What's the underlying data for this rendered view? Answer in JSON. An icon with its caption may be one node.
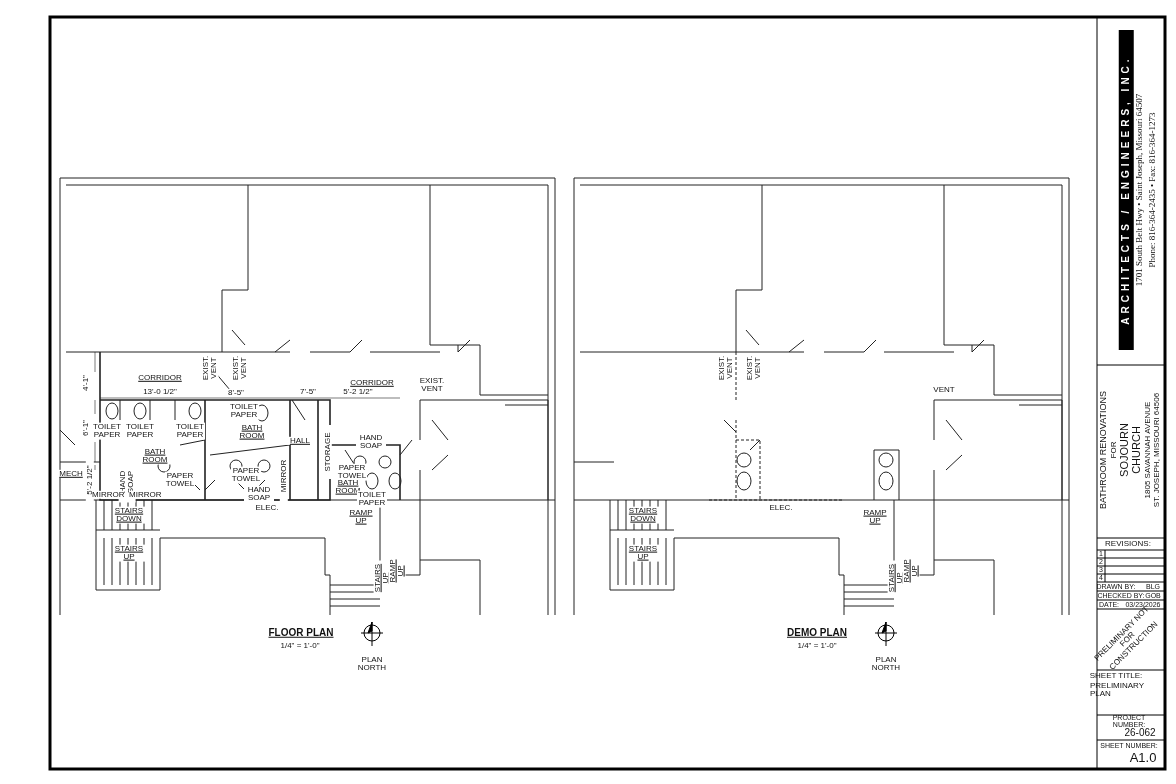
{
  "diagram": {
    "labels": [
      "4'-1\"",
      "CORRIDOR",
      "EXIST. VENT",
      "EXIST. VENT",
      "CORRIDOR",
      "EXIST. VENT",
      "13'-0 1/2\"",
      "8'-5\"",
      "7'-5\"",
      "5'-2 1/2\"",
      "TOILET PAPER",
      "6'-1\"",
      "TOILET PAPER",
      "TOILET PAPER",
      "TOILET PAPER",
      "BATH ROOM",
      "HALL",
      "STORAGE",
      "HAND SOAP",
      "BATH ROOM",
      "MECH",
      "5'-2 1/2\"",
      "HAND SOAP",
      "PAPER TOWEL",
      "PAPER TOWEL",
      "MIRROR",
      "PAPER TOWEL",
      "BATH ROOM",
      "MIRROR",
      "MIRROR",
      "HAND SOAP",
      "TOILET PAPER",
      "ELEC.",
      "STAIRS DOWN",
      "RAMP UP",
      "STAIRS UP",
      "STAIRS UP",
      "RAMP UP",
      "FLOOR PLAN",
      "1/4\" = 1'-0\"",
      "PLAN NORTH",
      "EXIST. VENT",
      "EXIST. VENT",
      "VENT",
      "ELEC.",
      "STAIRS DOWN",
      "RAMP UP",
      "STAIRS UP",
      "STAIRS UP",
      "RAMP UP",
      "DEMO PLAN",
      "1/4\" = 1'-0\"",
      "PLAN NORTH",
      "ARCHITECTS / ENGINEERS, INC.",
      "1701 South Belt Hwy • Saint Joseph, Missouri 64507",
      "Phone: 816-364-2435 • Fax: 816-364-1273",
      "BATHROOM RENOVATIONS",
      "FOR",
      "SOJOURN CHURCH",
      "1805 SAVANNAH AVENUE",
      "ST. JOSEPH, MISSOURI 64506",
      "REVISIONS:",
      "1",
      "2",
      "3",
      "4",
      "DRAWN BY:",
      "BLG",
      "CHECKED BY:",
      "GOB",
      "DATE:",
      "03/23/2026",
      "PRELIMINARY NOT FOR CONSTRUCTION",
      "SHEET TITLE:",
      "PRELIMINARY PLAN",
      "PROJECT NUMBER:",
      "26-062",
      "SHEET NUMBER:",
      "A1.0"
    ]
  }
}
